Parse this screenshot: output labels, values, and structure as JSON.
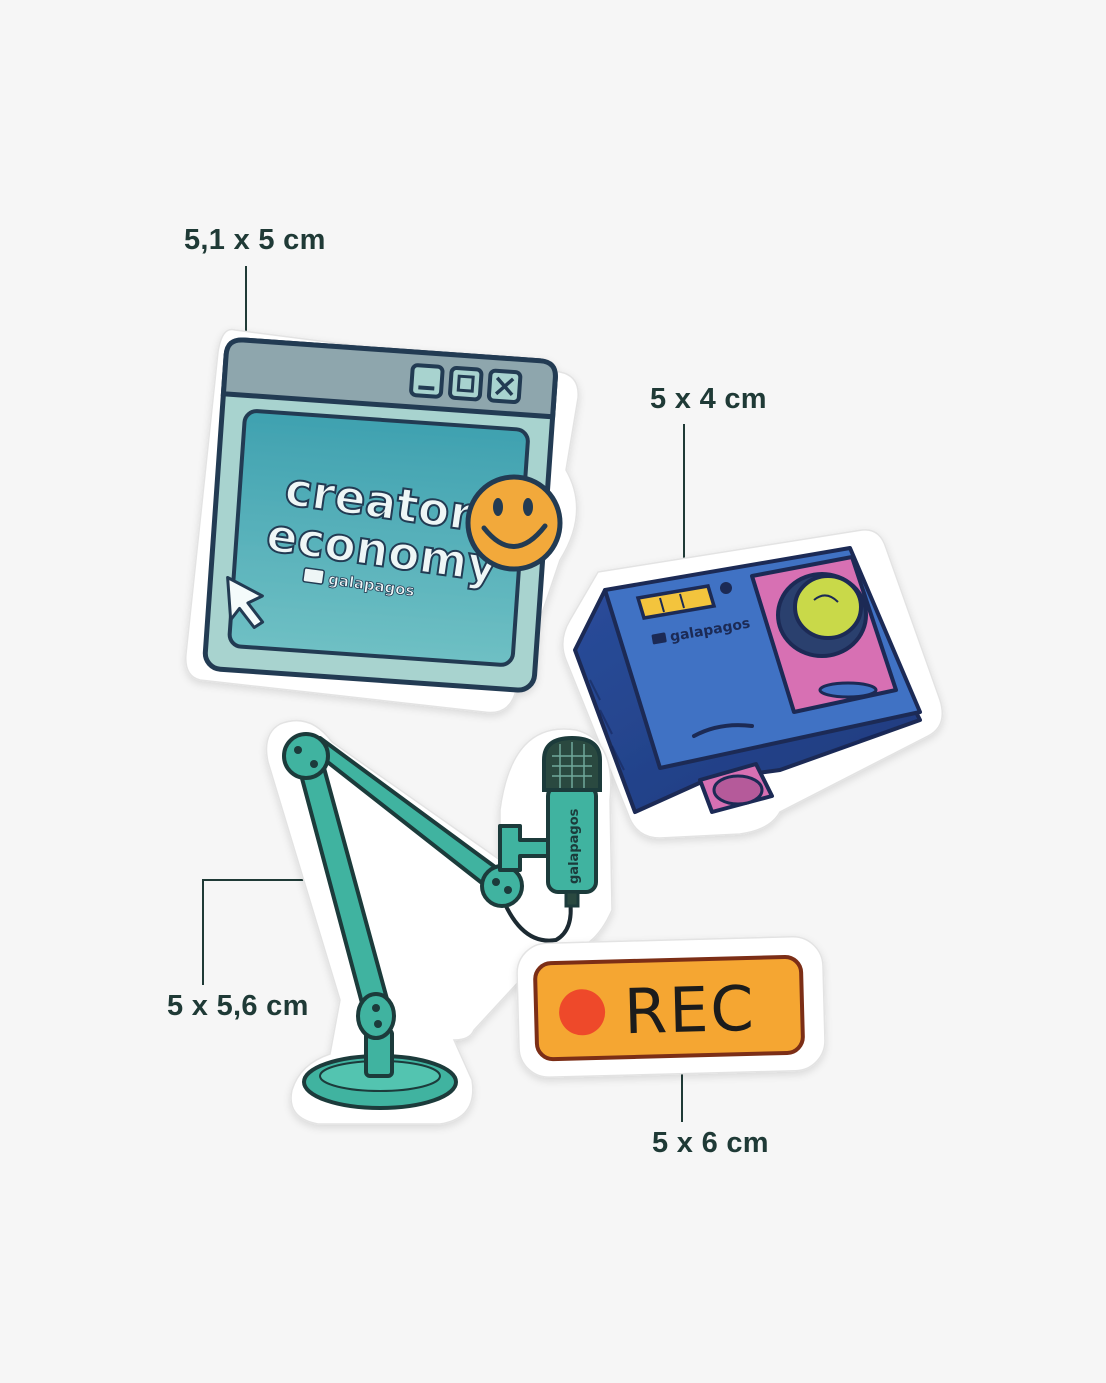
{
  "stickers": {
    "browser": {
      "dimension": "5,1 x 5 cm",
      "line1": "creators",
      "line2": "economy",
      "brand": "galapagos"
    },
    "camera": {
      "dimension": "5 x 4 cm",
      "brand": "galapagos"
    },
    "microphone": {
      "dimension": "5 x 5,6 cm",
      "brand": "galapagos"
    },
    "rec": {
      "dimension": "5 x 6 cm",
      "label": "REC"
    }
  },
  "colors": {
    "background": "#f6f6f6",
    "label_text": "#1f3a36",
    "browser_frame": "#a8d3cf",
    "browser_screen": "#49a6b3",
    "smiley": "#f2a93b",
    "camera_body": "#3f72c4",
    "camera_pink": "#d770b3",
    "camera_lens": "#c9d94a",
    "mic_teal": "#3fb3a0",
    "rec_orange": "#f5a632",
    "rec_dot": "#ee4a2a"
  }
}
